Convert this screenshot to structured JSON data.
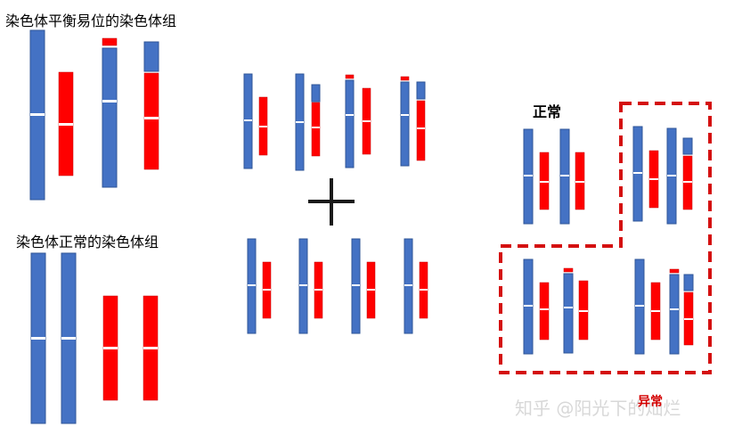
{
  "labels": {
    "balanced": "染色体平衡易位的染色体组",
    "normal_karyotype": "染色体正常的染色体组",
    "normal": "正常",
    "abnormal": "异常"
  },
  "watermark": "知乎 @阳光下的灿烂",
  "colors": {
    "chromosome_a": "#4472c4",
    "chromosome_b": "#ff0000",
    "dashed_outline": "#d41010",
    "cross": "#1a1a1a"
  },
  "icons": [
    "plus-sign"
  ]
}
